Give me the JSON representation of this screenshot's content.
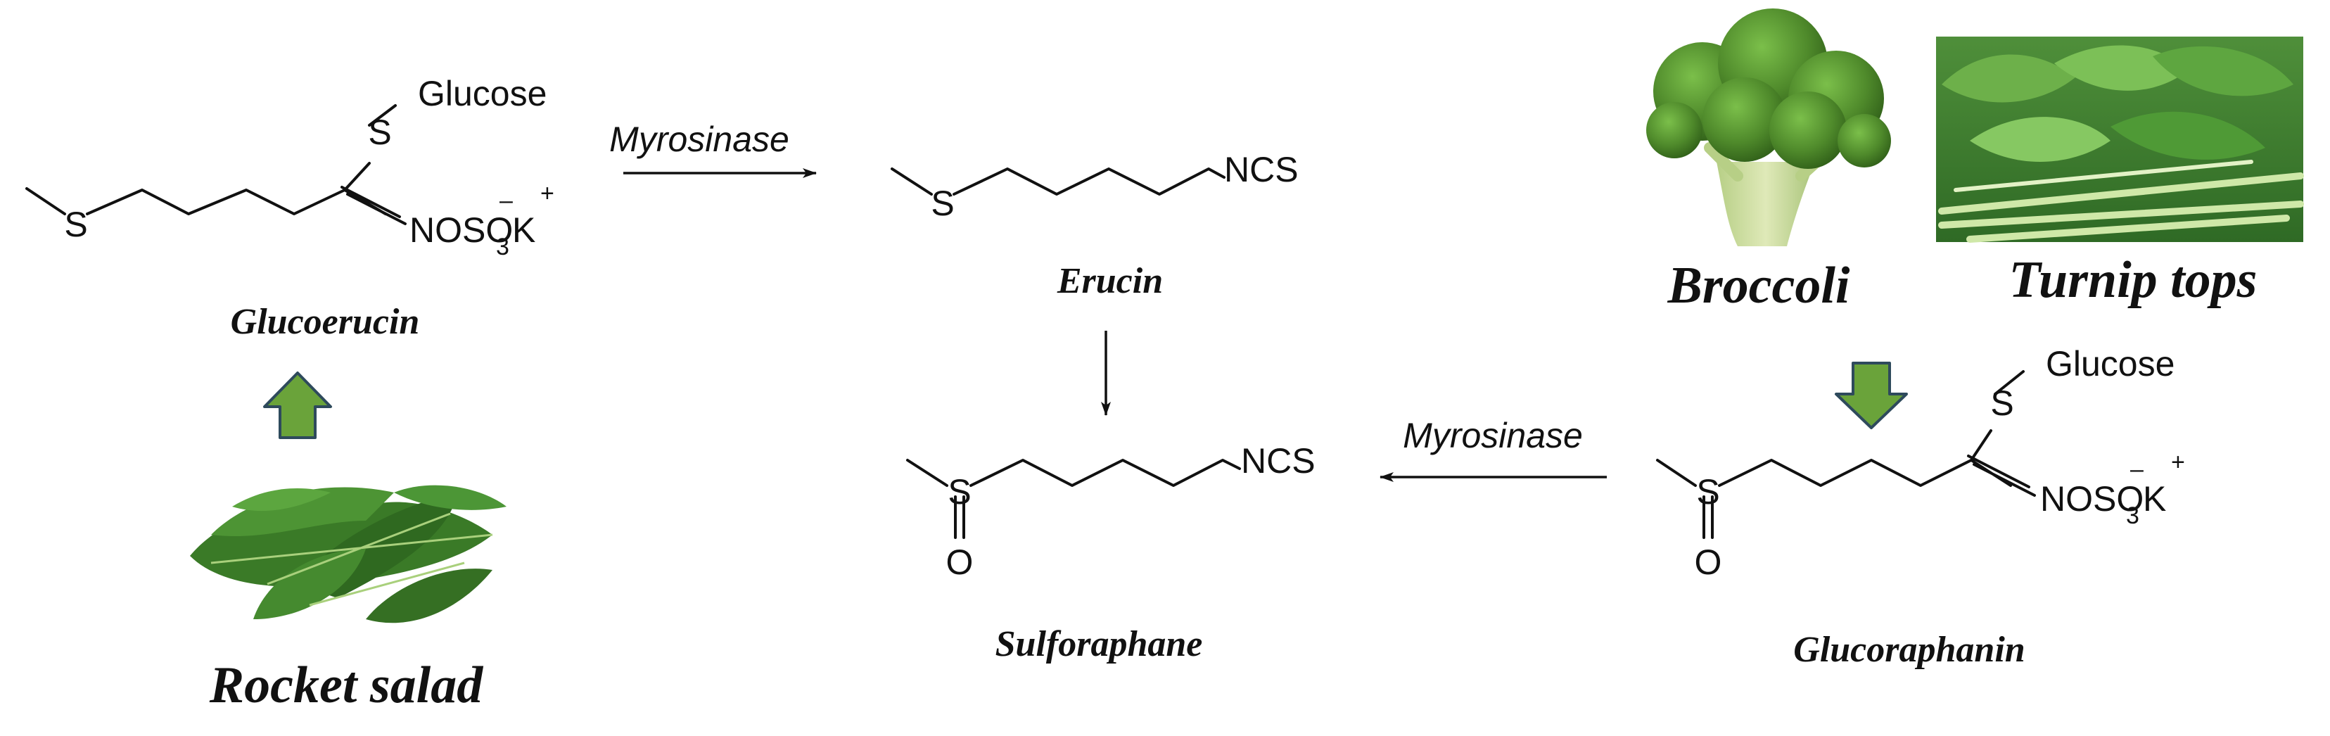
{
  "diagram": {
    "enzyme_label": "Myrosinase",
    "atoms": {
      "S": "S",
      "O": "O",
      "glucose": "Glucose",
      "ncs": "NCS",
      "noso": "NOSO",
      "sub3": "3",
      "k": "K",
      "minus": "–",
      "plus": "+"
    },
    "compounds": {
      "glucoerucin": "Glucoerucin",
      "erucin": "Erucin",
      "sulforaphane": "Sulforaphane",
      "glucoraphanin": "Glucoraphanin"
    },
    "sources": {
      "rocket_salad": "Rocket salad",
      "broccoli": "Broccoli",
      "turnip_tops": "Turnip tops"
    },
    "colors": {
      "green_arrow": "#6aa33a",
      "arrow_outline": "#2e4a5c",
      "broccoli_green": "#4f8a2b",
      "leaf_green": "#3f7f2a"
    }
  }
}
